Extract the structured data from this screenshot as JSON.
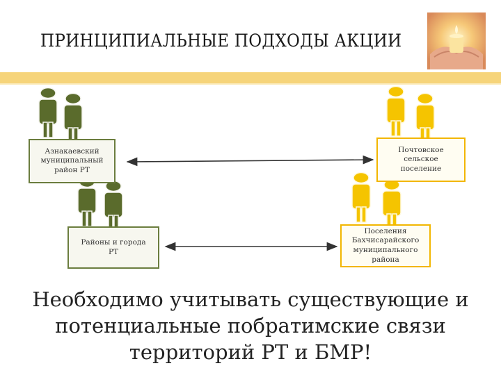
{
  "title": "ПРИНЦИПИАЛЬНЫЕ ПОДХОДЫ АКЦИИ",
  "boxes": {
    "left_top": "Азнакаевский муниципальный район РТ",
    "left_bottom": "Районы и города РТ",
    "right_top": "Почтовское сельское поселение",
    "right_bottom": "Поселения Бахчисарайского муниципального района"
  },
  "conclusion": "Необходимо учитывать существующие и потенциальные побратимские связи территорий РТ и БМР!",
  "colors": {
    "green_figure": "#5a6b2c",
    "yellow_figure": "#f5c400",
    "accent_bar": "#f6d47a"
  },
  "icons": {
    "photo": "candle-in-hands-image",
    "people": "people-pair-icon"
  }
}
